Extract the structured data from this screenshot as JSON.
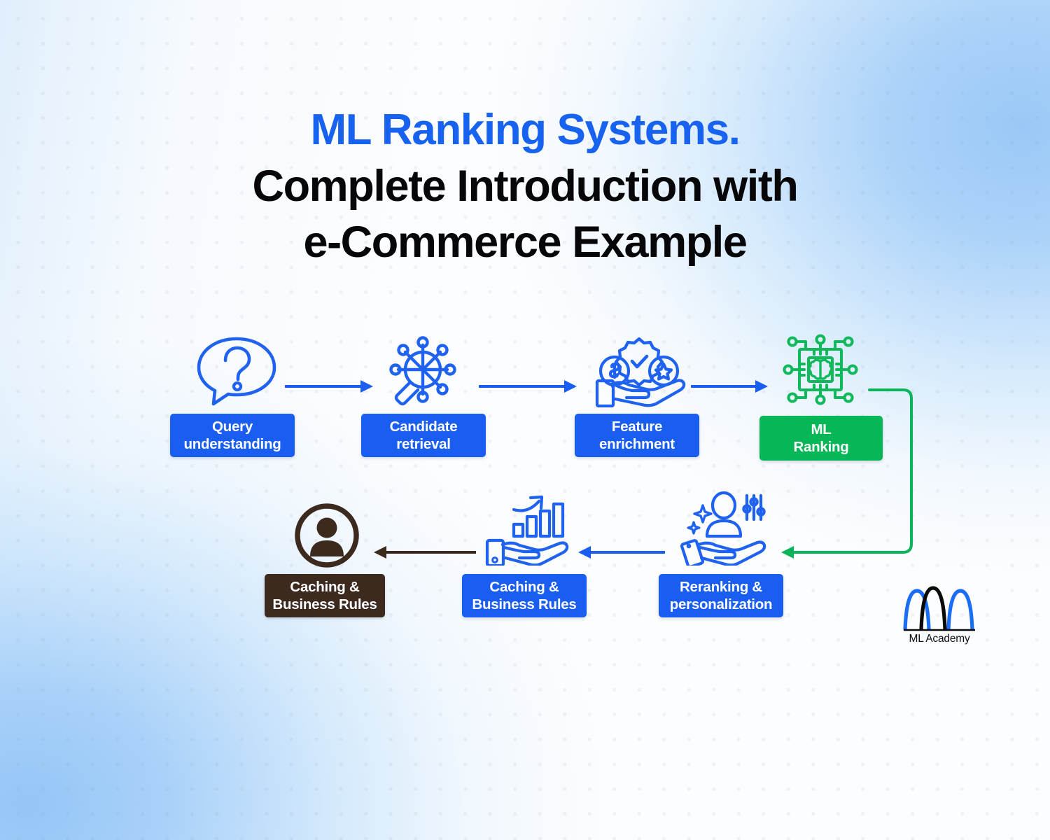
{
  "title": {
    "line1": "ML Ranking Systems.",
    "line2": "Complete Introduction with",
    "line3": "e-Commerce Example",
    "accent_color": "#1763ef",
    "body_color": "#07070a"
  },
  "brand": {
    "name": "ML Academy",
    "logo_icon": "bell-curves-logo",
    "curve_blue": "#1a6df5",
    "curve_black": "#0a0a0a"
  },
  "theme": {
    "blue": "#1a5ef1",
    "green": "#07b757",
    "dark_brown": "#3d2a1f",
    "icon_blue": "#1f62f0",
    "icon_green": "#12b95c",
    "icon_dark": "#3d2a1f",
    "background": "#fcfdfe",
    "dot_grid": "#ebecee"
  },
  "diagram": {
    "type": "pipeline-flow",
    "row1": [
      {
        "id": "query-understanding",
        "label": "Query\nunderstanding",
        "label_line1": "Query",
        "label_line2": "understanding",
        "icon": "speech-bubble-question-icon",
        "color": "#1a5ef1",
        "style": "blue"
      },
      {
        "id": "candidate-retrieval",
        "label_line1": "Candidate",
        "label_line2": "retrieval",
        "icon": "network-node-magnifier-icon",
        "color": "#1a5ef1",
        "style": "blue"
      },
      {
        "id": "feature-enrichment",
        "label_line1": "Feature",
        "label_line2": "enrichment",
        "icon": "hand-holding-badges-icon",
        "color": "#1a5ef1",
        "style": "blue"
      },
      {
        "id": "ml-ranking",
        "label_line1": "ML",
        "label_line2": "Ranking",
        "icon": "ai-chip-brain-icon",
        "color": "#07b757",
        "style": "green"
      }
    ],
    "row2": [
      {
        "id": "user-result",
        "label_line1": "Caching &",
        "label_line2": "Business Rules",
        "icon": "user-avatar-icon",
        "color": "#3d2a1f",
        "style": "dark"
      },
      {
        "id": "caching-business-rules",
        "label_line1": "Caching &",
        "label_line2": "Business Rules",
        "icon": "hand-holding-growth-chart-icon",
        "color": "#1a5ef1",
        "style": "blue"
      },
      {
        "id": "reranking-personalization",
        "label_line1": "Reranking &",
        "label_line2": "personalization",
        "icon": "hand-holding-user-sliders-icon",
        "color": "#1a5ef1",
        "style": "blue"
      }
    ],
    "connectors": [
      {
        "id": "arrow-query-to-candidate",
        "direction": "right",
        "color": "#1a5ef1"
      },
      {
        "id": "arrow-candidate-to-feature",
        "direction": "right",
        "color": "#1a5ef1"
      },
      {
        "id": "arrow-feature-to-ranking",
        "direction": "right",
        "color": "#1a5ef1"
      },
      {
        "id": "arrow-ranking-to-reranking",
        "direction": "wrap-down-left",
        "color": "#09b55a"
      },
      {
        "id": "arrow-reranking-to-caching",
        "direction": "left",
        "color": "#1a5ef1"
      },
      {
        "id": "arrow-caching-to-user",
        "direction": "left",
        "color": "#3d2a1f"
      }
    ]
  }
}
